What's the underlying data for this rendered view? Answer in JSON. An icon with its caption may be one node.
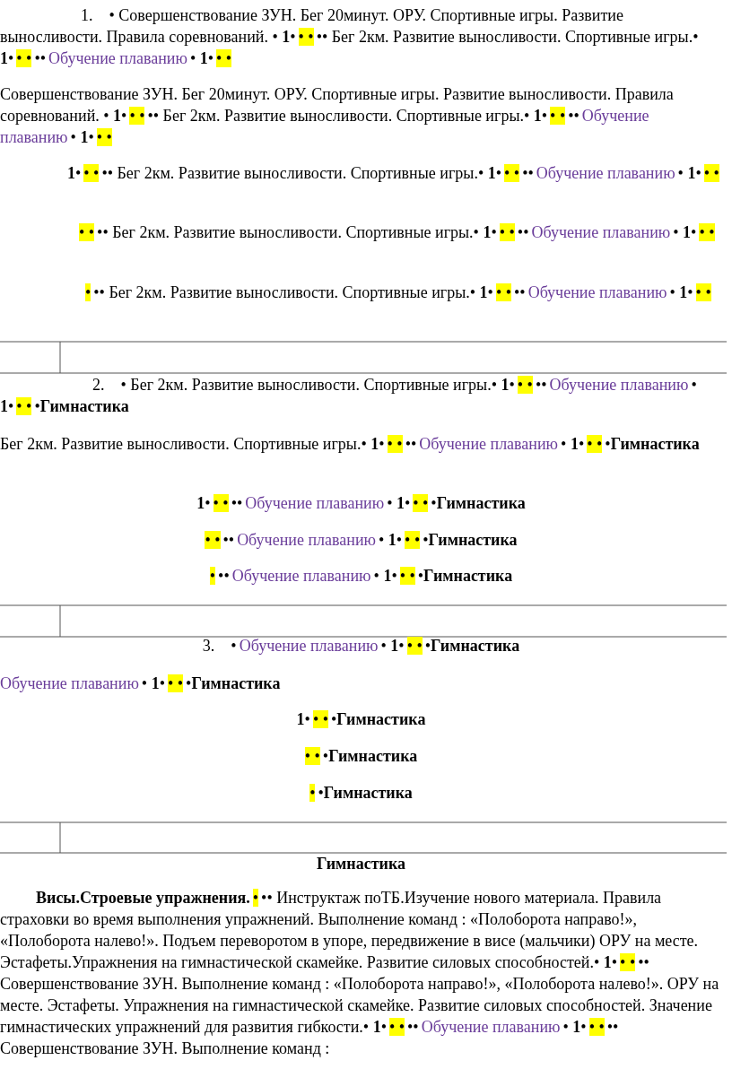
{
  "diagram": {
    "labels": [
      "1.",
      "• Совершенствование ЗУН. Бег 20минут. ОРУ. Спортивные игры. Развитие выносливости. Правила соревнований. • **1**•",
      "• •",
      "•• Бег 2км. Развитие выносливости. Спортивные игры.• **1**•",
      "• •",
      "••",
      "Обучение плаванию",
      "• **1**•",
      "• •",
      "Совершенствование ЗУН. Бег 20минут. ОРУ. Спортивные игры. Развитие выносливости. Правила соревнований. • **1**•",
      "• •",
      "•• Бег 2км. Развитие выносливости. Спортивные игры.• **1**•",
      "• •",
      "••",
      "Обучение плаванию",
      "• **1**•",
      "• •",
      "**1**•",
      "• •",
      "•• Бег 2км. Развитие выносливости. Спортивные игры.• **1**•",
      "• •",
      "••",
      "Обучение плаванию",
      "• **1**•",
      "• •",
      "• •",
      "•• Бег 2км. Развитие выносливости. Спортивные игры.• **1**•",
      "• •",
      "••",
      "Обучение плаванию",
      "• **1**•",
      "• •",
      "•",
      "•• Бег 2км. Развитие выносливости. Спортивные игры.• **1**•",
      "• •",
      "••",
      "Обучение плаванию",
      "• **1**•",
      "• •",
      "2.",
      "• Бег 2км. Развитие выносливости. Спортивные игры.• **1**•",
      "• •",
      "••",
      "Обучение плаванию",
      "• **1**•",
      "• •",
      "•**Гимнастика**",
      "Бег 2км. Развитие выносливости. Спортивные игры.• **1**•",
      "• •",
      "••",
      "Обучение плаванию",
      "• **1**•",
      "• •",
      "•**Гимнастика**",
      "**1**•",
      "• •",
      "••",
      "Обучение плаванию",
      "• **1**•",
      "• •",
      "•**Гимнастика**",
      "• •",
      "••",
      "Обучение плаванию",
      "• **1**•",
      "• •",
      "•**Гимнастика**",
      "•",
      "••",
      "Обучение плаванию",
      "• **1**•",
      "• •",
      "•**Гимнастика**",
      "3.",
      "•",
      "Обучение плаванию",
      "• **1**•",
      "• •",
      "•**Гимнастика**",
      "Обучение плаванию",
      "• **1**•",
      "• •",
      "•**Гимнастика**",
      "**1**•",
      "• •",
      "•**Гимнастика**",
      "• •",
      "•**Гимнастика**",
      "•",
      "•**Гимнастика**",
      "Гимнастика",
      "**Висы.Строевые упражнения.**",
      "•",
      "•• Инструктаж поТБ.Изучение нового материала. Правила страховки во время выполнения упражнений. Выполнение команд : «Полоборота направо!», «Полоборота налево!». Подъем переворотом  в упоре, передвижение в висе (мальчики)  ОРУ  на месте. Эстафеты.Упражнения на гимнастической скамейке. Развитие силовых способностей.• **1**•",
      "• •",
      "•• Совершенствование ЗУН. Выполнение команд : «Полоборота направо!», «Полоборота налево!». ОРУ  на месте. Эстафеты. Упражнения на гимнастической скамейке. Развитие силовых способностей. Значение гимнастических упражнений для развития гибкости.• **1**•",
      "• •",
      "••",
      "Обучение плаванию",
      "• **1**•",
      "• •",
      "•• Совершенствование ЗУН. Выполнение команд :"
    ]
  }
}
